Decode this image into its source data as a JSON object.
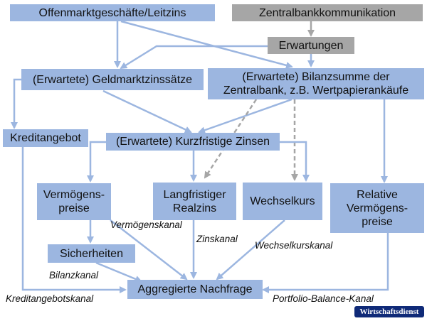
{
  "nodes": {
    "offenmarkt": "Offenmarktgeschäfte/Leitzins",
    "kommunikation": "Zentralbankkommunikation",
    "erwartungen": "Erwartungen",
    "geldmarkt": "(Erwartete) Geldmarktzinssätze",
    "bilanzsumme_1": "(Erwartete) Bilanzsumme der",
    "bilanzsumme_2": "Zentralbank, z.B. Wertpapierankäufe",
    "kreditangebot": "Kreditangebot",
    "kurzfristig": "(Erwartete) Kurzfristige Zinsen",
    "vermoegen_1": "Vermögens-",
    "vermoegen_2": "preise",
    "realzins_1": "Langfristiger",
    "realzins_2": "Realzins",
    "wechselkurs": "Wechselkurs",
    "relativ_1": "Relative",
    "relativ_2": "Vermögens-",
    "relativ_3": "preise",
    "sicherheiten": "Sicherheiten",
    "nachfrage": "Aggregierte Nachfrage"
  },
  "channels": {
    "vermoegenskanal": "Vermögenskanal",
    "zinskanal": "Zinskanal",
    "wechselkurskanal": "Wechselkurskanal",
    "bilanzkanal": "Bilanzkanal",
    "kreditangebotskanal": "Kreditangebotskanal",
    "portfolio": "Portfolio-Balance-Kanal"
  },
  "badge": "Wirtschaftsdienst",
  "colors": {
    "box_blue": "#9cb6e0",
    "box_gray": "#a6a6a6",
    "arrow_blue": "#9cb6e0",
    "arrow_gray": "#a6a6a6",
    "badge_bg": "#0f2a78"
  }
}
